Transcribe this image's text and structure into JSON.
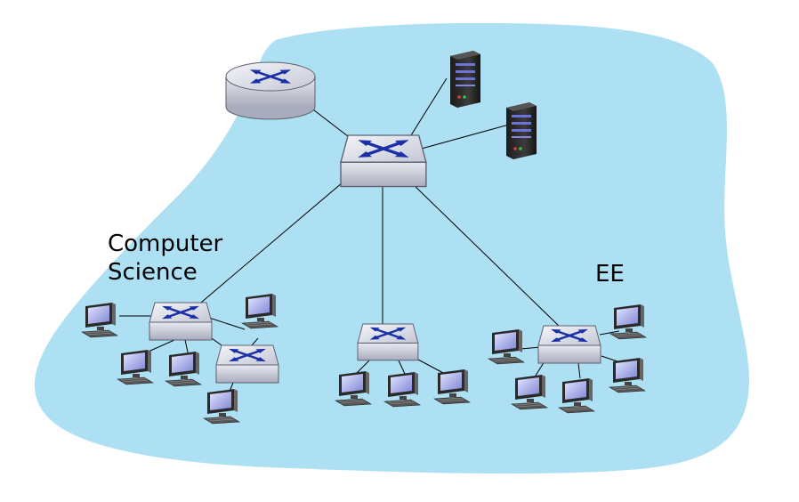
{
  "labels": {
    "cs_line1": "Computer",
    "cs_line2": "Science",
    "ee": "EE"
  },
  "icons": {
    "router": "router-icon",
    "switch": "switch-icon",
    "server": "server-icon",
    "host": "desktop-computer-icon"
  },
  "colors": {
    "network_region": "#aee0f4",
    "device_body": "#c9cbd6",
    "arrow_blue": "#1a2fa8",
    "screen": "#b0b6ee",
    "server_dark": "#2b2b2b",
    "link_line": "#000000"
  }
}
